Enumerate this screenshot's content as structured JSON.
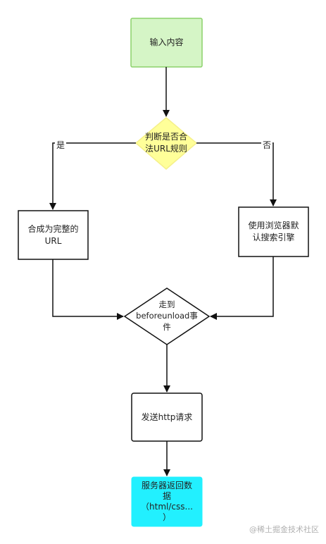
{
  "nodes": {
    "input": {
      "label": "输入内容",
      "fill": "#d5f5c6",
      "stroke": "#8bd16a"
    },
    "check": {
      "label_line1": "判断是否合",
      "label_line2": "法URL规则",
      "fill": "#ffff99",
      "stroke": "#f5f08a"
    },
    "compose": {
      "label_line1": "合成为完整的",
      "label_line2": "URL"
    },
    "search": {
      "label_line1": "使用浏览器默",
      "label_line2": "认搜索引擎"
    },
    "beforeunload": {
      "label_line1": "走到",
      "label_line2": "beforeunload事",
      "label_line3": "件"
    },
    "request": {
      "label": "发送http请求"
    },
    "response": {
      "label_line1": "服务器返回数",
      "label_line2": "据",
      "label_line3": "（html/css...",
      "label_line4": "）",
      "fill": "#22f0ff"
    }
  },
  "edges": {
    "yes_label": "是",
    "no_label": "否"
  },
  "watermark": "@稀土掘金技术社区"
}
